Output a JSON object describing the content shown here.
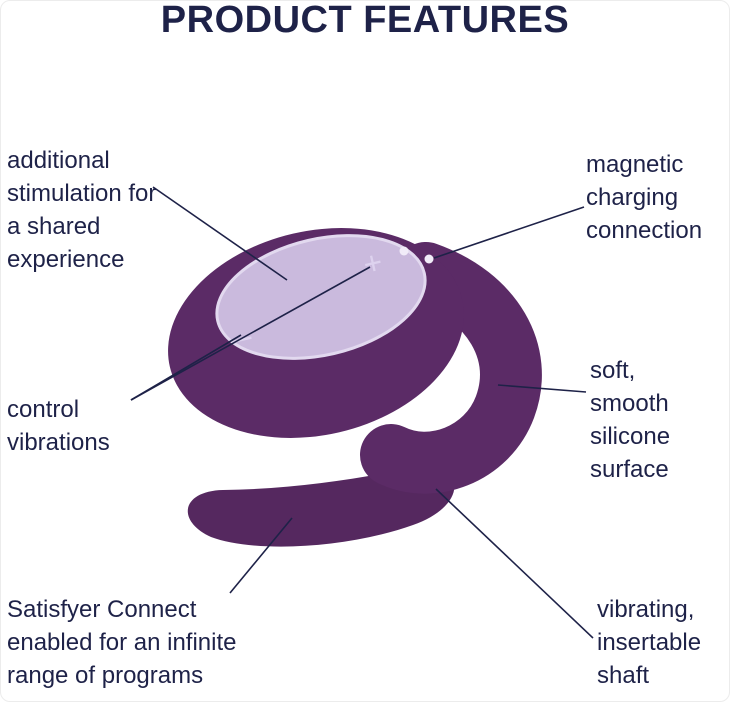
{
  "title": "PRODUCT FEATURES",
  "labels": {
    "top_left": "additional\nstimulation for\na shared\nexperience",
    "top_right": "magnetic\ncharging\nconnection",
    "mid_left": "control\nvibrations",
    "mid_right": "soft,\nsmooth\nsilicone\nsurface",
    "bottom_left": "Satisfyer Connect\nenabled for an infinite\nrange of programs",
    "bottom_right": "vibrating,\ninsertable\nshaft"
  },
  "device": {
    "plus_button": "+",
    "minus_button": "–"
  },
  "colors": {
    "text": "#1e2248",
    "leader_line": "#1e2248",
    "body_purple": "#5b2b66",
    "panel_lavender": "#cabadd",
    "button_glyph": "#ddd2ee",
    "charging_dots": "#f1ecf8"
  }
}
